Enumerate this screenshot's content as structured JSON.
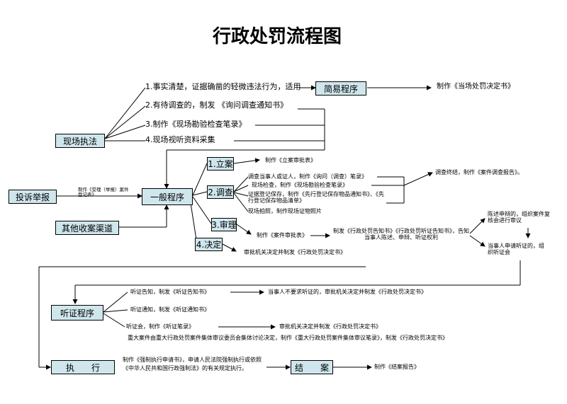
{
  "title": "行政处罚流程图",
  "nodes": {
    "field_enforcement": "现场执法",
    "simple_procedure": "简易程序",
    "complaint_report": "投诉举报",
    "general_procedure": "一般程序",
    "other_channels": "其他收案渠道",
    "filing": "1.立案",
    "investigation": "2.调查",
    "review": "3.审理",
    "decision": "4.决定",
    "hearing_procedure": "听证程序",
    "execution": "执　　行",
    "case_closure": "结　　案"
  },
  "texts": {
    "field_1": "1.事实清楚，证据确凿的轻微违法行为，适用",
    "field_2": "2.有待调查的，制发 《询问调查通知书》",
    "field_3": "3.制作《现场勘验检查笔录》",
    "field_4": "4.现场视听资料采集",
    "on_site_decision": "制作《当场处罚决定书》",
    "complaint_note": "制作《受理（举报）案件登记表》",
    "filing_form": "制作《立案审批表》",
    "inv_1": "调查当事人或证人，制作《询问（调查）笔录》",
    "inv_2": "现场检查，制作《现场勘验检查笔录》",
    "inv_3": "证据登记保存，制作《先行登记保存物品通知书》、《先行登记保存物品清单》",
    "inv_4": "现场拍照，制作现场证物照片",
    "inv_end": "调查终结，制作《案件调查报告》。",
    "review_form": "制作《案件审批表》",
    "notice": "制发《行政处罚告知书》《行政处罚听证告知书》，告知当事人陈述、申辩、听证权利",
    "defense": "陈述申辩的，组织案件复核会进行审议",
    "hearing_request": "当事人申请听证的，组织听证会",
    "decision_text": "审批机关决定并制发《行政处罚决定书》",
    "hearing_1": "听证告知，制发《听证告知书》",
    "hearing_1_result": "当事人不要求听证的，审批机关决定并制发《行政处罚决定书》",
    "hearing_2": "听证通知，制发《听证通知书》",
    "hearing_3": "听证会，制作《听证笔录》",
    "hearing_3_result": "审批机关决定并制发《行政处罚决定书》",
    "major_case": "重大案件由重大行政处罚案件集体审议委员会集体讨论决定，制作《重大行政处罚案件集体审议笔录》，制发《行政处罚决定书》",
    "execution_text": "制作《强制执行申请书》，申请人民法院强制执行或依照《中华人民共和国行政强制法》的有关规定执行。",
    "closure_report": "制作《结案报告》"
  },
  "colors": {
    "box_fill": "#cfe6ec",
    "line": "#000000"
  }
}
